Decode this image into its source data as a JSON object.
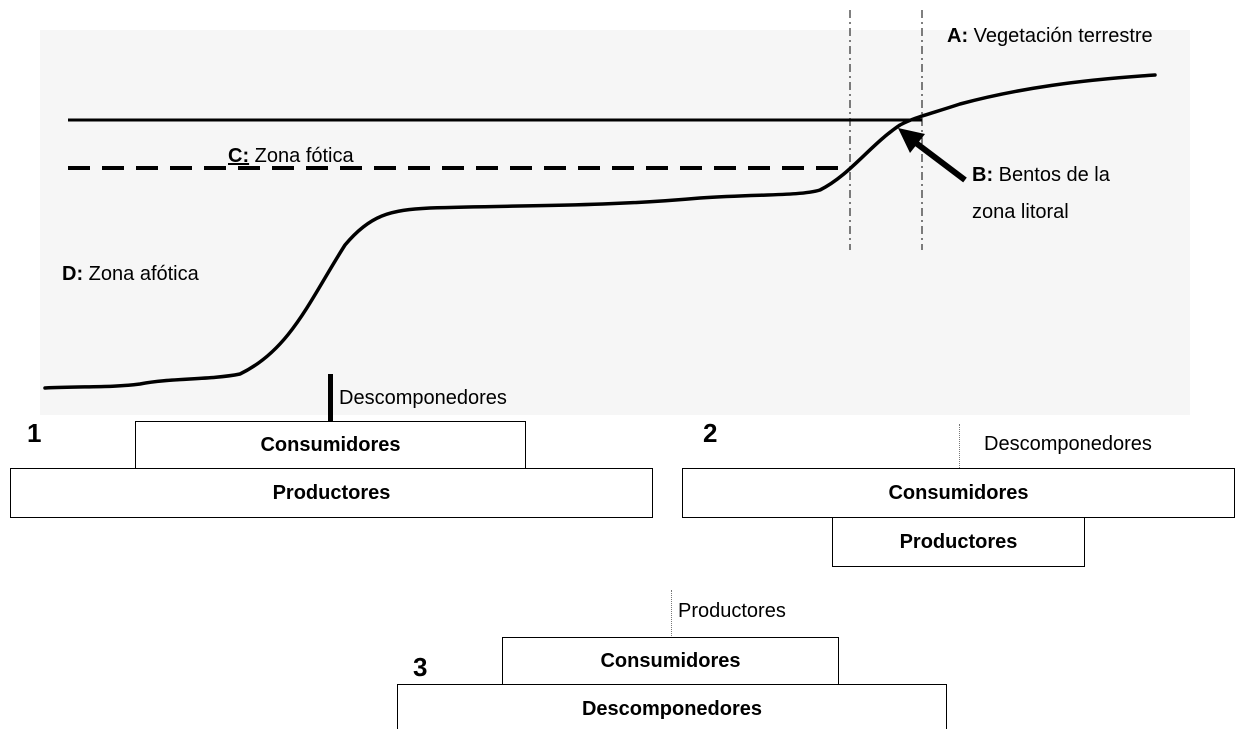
{
  "labels": {
    "a_key": "A:",
    "a_text": "Vegetación terrestre",
    "b_key": "B:",
    "b_text_line1": "Bentos de la",
    "b_text_line2": "zona litoral",
    "c_key": "C:",
    "c_text": "Zona fótica",
    "d_key": "D:",
    "d_text": "Zona afótica"
  },
  "pyramids": [
    {
      "number": "1",
      "top_label": "Descomponedores",
      "upper": "Consumidores",
      "lower": "Productores"
    },
    {
      "number": "2",
      "top_label": "Descomponedores",
      "upper": "Consumidores",
      "lower": "Productores"
    },
    {
      "number": "3",
      "top_label": "Productores",
      "upper": "Consumidores",
      "lower": "Descomponedores"
    }
  ],
  "colors": {
    "background": "#f7f7f7",
    "ink": "#000000"
  }
}
